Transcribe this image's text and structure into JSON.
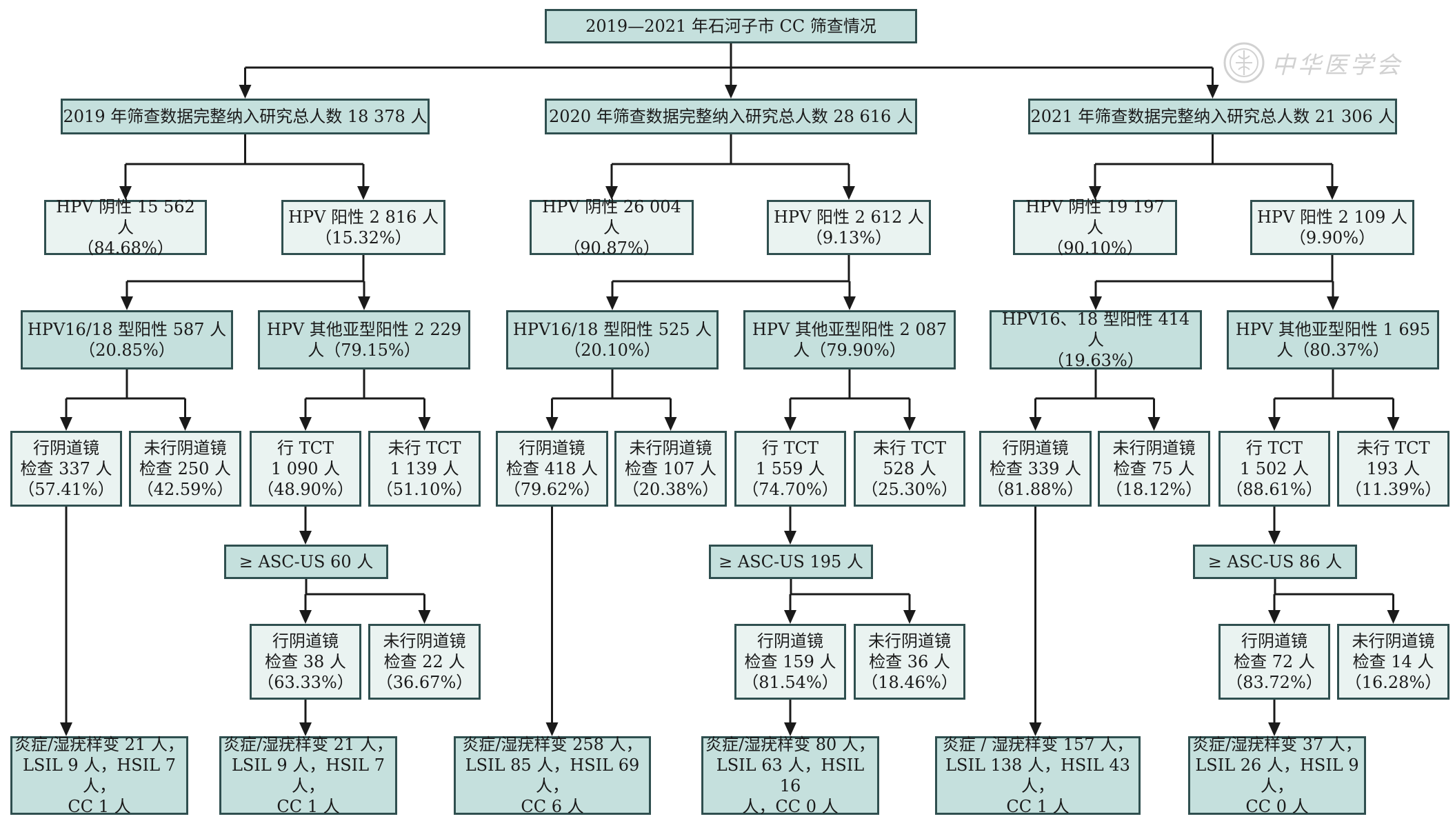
{
  "title": "2019—2021 年石河子市 CC 筛查情况",
  "watermark": "中华医学会",
  "years": [
    {
      "total": "2019 年筛查数据完整纳入研究总人数 18 378 人",
      "negative": [
        "HPV 阴性 15 562 人",
        "（84.68%）"
      ],
      "positive": [
        "HPV 阳性 2 816 人",
        "（15.32%）"
      ],
      "hpv1618": [
        "HPV16/18 型阳性 587 人",
        "（20.85%）"
      ],
      "other": [
        "HPV 其他亚型阳性 2 229",
        "人（79.15%）"
      ],
      "colpo_a": [
        "行阴道镜",
        "检查 337 人",
        "（57.41%）"
      ],
      "nocolpo_a": [
        "未行阴道镜",
        "检查 250 人",
        "（42.59%）"
      ],
      "tct": [
        "行 TCT",
        "1 090 人",
        "（48.90%）"
      ],
      "notct": [
        "未行 TCT",
        "1 139 人",
        "（51.10%）"
      ],
      "ascus": [
        "≥ ASC-US 60 人"
      ],
      "colpo_b": [
        "行阴道镜",
        "检查 38 人",
        "（63.33%）"
      ],
      "nocolpo_b": [
        "未行阴道镜",
        "检查 22 人",
        "（36.67%）"
      ],
      "result_a": [
        "炎症/湿疣样变 21 人，",
        "LSIL 9 人，HSIL 7 人，",
        "CC 1 人"
      ],
      "result_b": [
        "炎症/湿疣样变 21 人，",
        "LSIL 9 人，HSIL 7 人，",
        "CC 1 人"
      ]
    },
    {
      "total": "2020 年筛查数据完整纳入研究总人数 28 616 人",
      "negative": [
        "HPV 阴性 26 004 人",
        "（90.87%）"
      ],
      "positive": [
        "HPV 阳性 2 612 人",
        "（9.13%）"
      ],
      "hpv1618": [
        "HPV16/18 型阳性 525 人",
        "（20.10%）"
      ],
      "other": [
        "HPV 其他亚型阳性 2 087",
        "人（79.90%）"
      ],
      "colpo_a": [
        "行阴道镜",
        "检查 418 人",
        "（79.62%）"
      ],
      "nocolpo_a": [
        "未行阴道镜",
        "检查 107 人",
        "（20.38%）"
      ],
      "tct": [
        "行 TCT",
        "1 559 人",
        "（74.70%）"
      ],
      "notct": [
        "未行 TCT",
        "528 人",
        "（25.30%）"
      ],
      "ascus": [
        "≥ ASC-US 195 人"
      ],
      "colpo_b": [
        "行阴道镜",
        "检查 159 人",
        "（81.54%）"
      ],
      "nocolpo_b": [
        "未行阴道镜",
        "检查 36 人",
        "（18.46%）"
      ],
      "result_a": [
        "炎症/湿疣样变 258 人，",
        "LSIL 85 人，HSIL 69 人，",
        "CC 6 人"
      ],
      "result_b": [
        "炎症/湿疣样变 80 人，",
        "LSIL 63 人，HSIL 16",
        "人，CC 0 人"
      ]
    },
    {
      "total": "2021 年筛查数据完整纳入研究总人数 21 306 人",
      "negative": [
        "HPV 阴性 19 197 人",
        "（90.10%）"
      ],
      "positive": [
        "HPV 阳性 2 109 人",
        "（9.90%）"
      ],
      "hpv1618": [
        "HPV16、18 型阳性 414 人",
        "（19.63%）"
      ],
      "other": [
        "HPV 其他亚型阳性 1 695",
        "人（80.37%）"
      ],
      "colpo_a": [
        "行阴道镜",
        "检查 339 人",
        "（81.88%）"
      ],
      "nocolpo_a": [
        "未行阴道镜",
        "检查 75 人",
        "（18.12%）"
      ],
      "tct": [
        "行 TCT",
        "1 502 人",
        "（88.61%）"
      ],
      "notct": [
        "未行 TCT",
        "193 人",
        "（11.39%）"
      ],
      "ascus": [
        "≥ ASC-US 86 人"
      ],
      "colpo_b": [
        "行阴道镜",
        "检查 72 人",
        "（83.72%）"
      ],
      "nocolpo_b": [
        "未行阴道镜",
        "检查 14 人",
        "（16.28%）"
      ],
      "result_a": [
        "炎症 / 湿疣样变 157 人，",
        "LSIL 138 人，HSIL 43 人，",
        "CC 1 人"
      ],
      "result_b": [
        "炎症/湿疣样变 37 人，",
        "LSIL 26 人，HSIL 9 人，",
        "CC 0 人"
      ]
    }
  ]
}
